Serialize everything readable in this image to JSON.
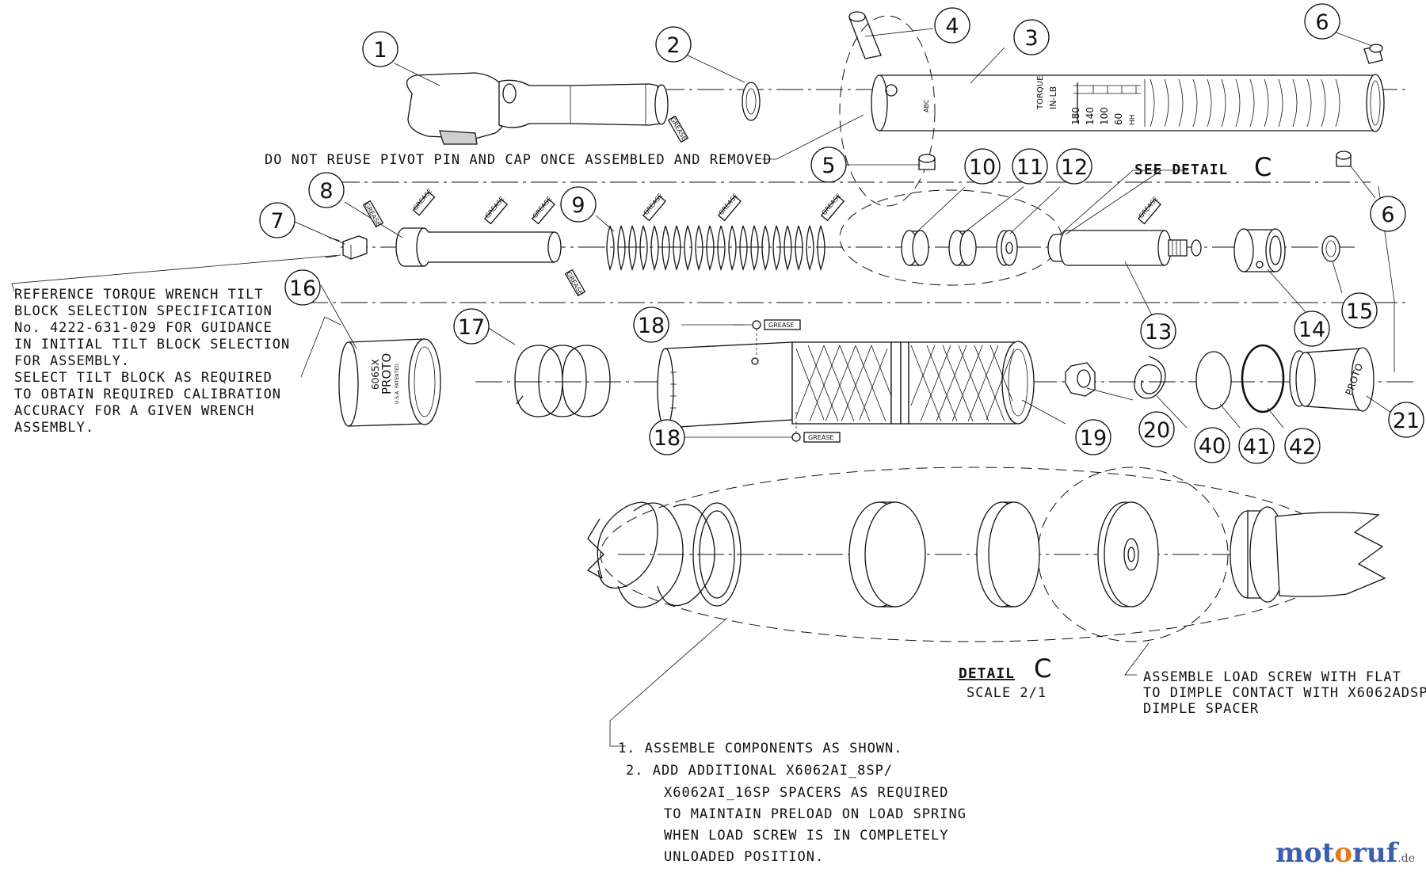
{
  "callouts": [
    "1",
    "2",
    "3",
    "4",
    "5",
    "6",
    "6",
    "7",
    "8",
    "9",
    "10",
    "11",
    "12",
    "13",
    "14",
    "15",
    "16",
    "17",
    "18",
    "18",
    "19",
    "20",
    "21",
    "40",
    "41",
    "42"
  ],
  "grease_label": "GREASE",
  "notes": {
    "pivot_warning": "DO NOT REUSE PIVOT PIN AND CAP ONCE ASSEMBLED AND REMOVED",
    "see_detail": "SEE DETAIL",
    "see_detail_letter": "C",
    "reference": [
      "REFERENCE TORQUE WRENCH TILT",
      "BLOCK SELECTION SPECIFICATION",
      "No. 4222-631-029 FOR GUIDANCE",
      "IN INITIAL TILT BLOCK SELECTION",
      "FOR ASSEMBLY.",
      "SELECT TILT BLOCK AS REQUIRED",
      "TO OBTAIN REQUIRED CALIBRATION",
      "ACCURACY FOR A GIVEN WRENCH",
      "ASSEMBLY."
    ],
    "detail_title": "DETAIL",
    "detail_letter": "C",
    "detail_scale": "SCALE  2/1",
    "load_screw": [
      "ASSEMBLE LOAD SCREW WITH FLAT",
      "TO DIMPLE CONTACT WITH X6062ADSP",
      "DIMPLE SPACER"
    ],
    "assembly_steps": [
      "1. ASSEMBLE COMPONENTS AS SHOWN.",
      "2. ADD ADDITIONAL X6062AI_8SP/",
      "X6062AI_16SP SPACERS AS REQUIRED",
      "TO MAINTAIN PRELOAD ON LOAD SPRING",
      "WHEN LOAD SCREW IS IN COMPLETELY",
      "UNLOADED POSITION."
    ]
  },
  "tube_markings": {
    "abc": "ABC",
    "torque": "TORQUE",
    "unit": "IN-LB",
    "scale": [
      "180",
      "140",
      "100",
      "60"
    ],
    "hh": "HH"
  },
  "part_markings": {
    "tilt_block": [
      "6065X",
      "PROTO",
      "U.S.A. PATENTED"
    ],
    "end_cap": "PROTO"
  },
  "watermark": {
    "part1": "mot",
    "part2": "o",
    "part3": "ruf",
    "suffix": ".de"
  }
}
